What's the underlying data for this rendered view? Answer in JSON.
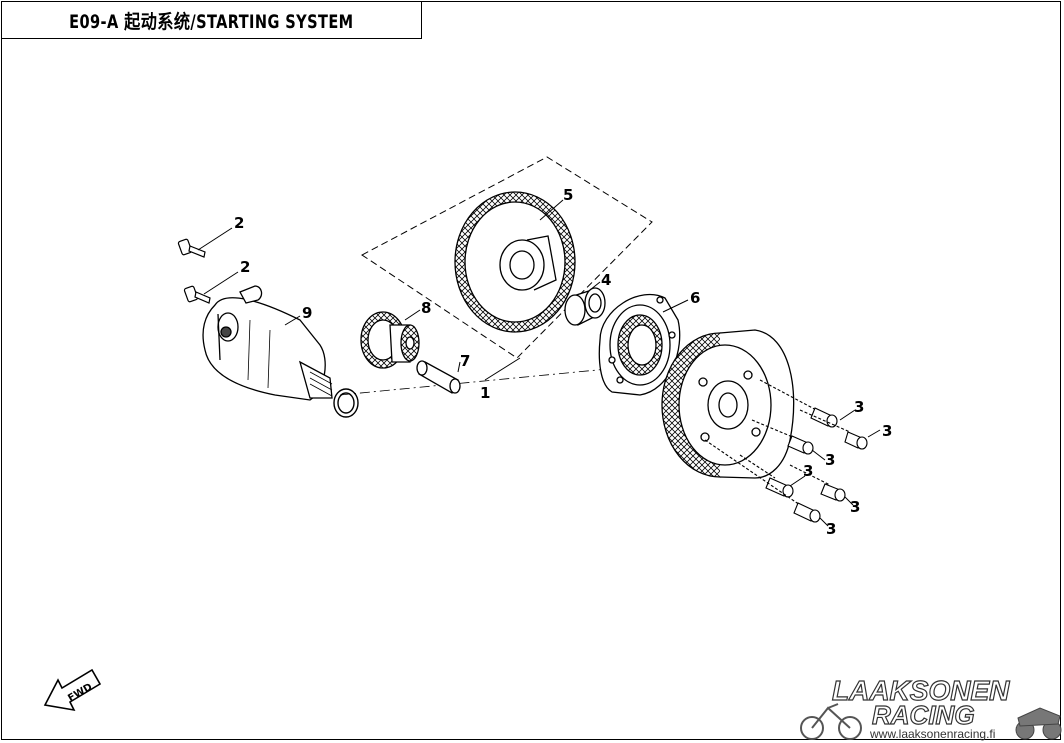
{
  "header": {
    "title": "E09-A  起动系统/STARTING SYSTEM"
  },
  "callouts": {
    "c1": "1",
    "c2a": "2",
    "c2b": "2",
    "c3a": "3",
    "c3b": "3",
    "c3c": "3",
    "c3d": "3",
    "c3e": "3",
    "c3f": "3",
    "c4": "4",
    "c5": "5",
    "c6": "6",
    "c7": "7",
    "c8": "8",
    "c9": "9"
  },
  "fwd_label": "FWD",
  "watermark": {
    "line1": "LAAKSONEN",
    "line2": "RACING",
    "url": "www.laaksonenracing.fi"
  }
}
